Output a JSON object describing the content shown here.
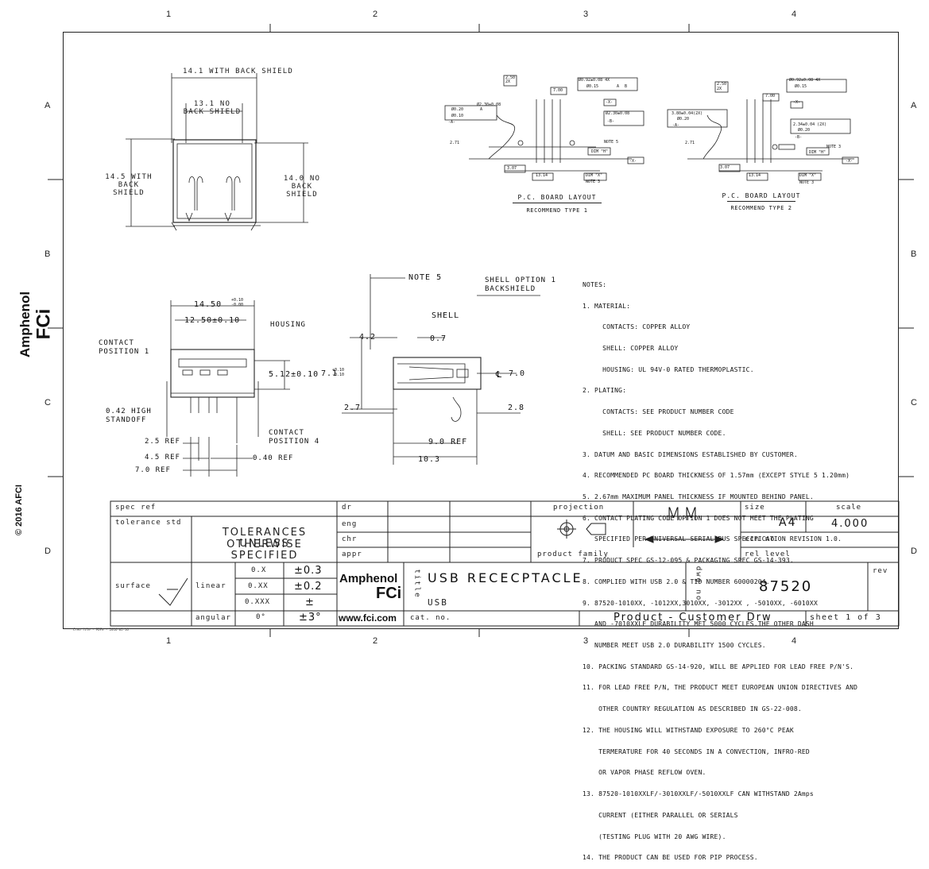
{
  "zones": {
    "top": [
      "1",
      "2",
      "3",
      "4"
    ],
    "bottom": [
      "1",
      "2",
      "3",
      "4"
    ],
    "left": [
      "A",
      "B",
      "C",
      "D"
    ],
    "right": [
      "A",
      "B",
      "C",
      "D"
    ]
  },
  "side_brand": {
    "name": "Amphenol",
    "sub": "FCi",
    "copyright": "© 2016 AFCI"
  },
  "footer_file": "Creo file - PDF® - 2016-02-16",
  "front_view": {
    "dim_with_back_shield_w": "14.1 WITH BACK SHIELD",
    "dim_no_back_shield_w": "13.1 NO BACK SHIELD",
    "dim_with_back_shield_h": "14.5 WITH BACK SHIELD",
    "dim_no_back_shield_h": "14.0 NO BACK SHIELD"
  },
  "pcb_layout_1": {
    "title": "P.C. BOARD LAYOUT",
    "subtitle": "RECOMMEND TYPE 1",
    "labels": [
      "2.50 2X",
      "Ø0.92±0.08 4X",
      "Ø0.15",
      "A",
      "B",
      "7.00",
      "-X-",
      "Ø2.30±0.08",
      "Ø0.20",
      "A",
      "Ø0.10",
      "-A-",
      "Ø2.30±0.08",
      "-B-",
      "2.71",
      "NOTE 5",
      "DIM \"H\"",
      "-X-",
      "3.07",
      "13.14",
      "DIM \"X\"",
      "NOTE 3"
    ]
  },
  "pcb_layout_2": {
    "title": "P.C. BOARD LAYOUT",
    "subtitle": "RECOMMEND TYPE 2",
    "labels": [
      "2.50 2X",
      "Ø0.92±0.08 4X",
      "Ø0.15",
      "7.00",
      "-X-",
      "3.80±0.04(2X)",
      "Ø0.20",
      "-A-",
      "2.34±0.04 (2X)",
      "Ø0.20",
      "-B-",
      "2.71",
      "NOTE 3",
      "DIM \"H\"",
      "-X-",
      "3.07",
      "13.14",
      "DIM \"X\"",
      "NOTE 3"
    ]
  },
  "side_view": {
    "dim_width": "14.50",
    "dim_width_tol_plus": "+0.10",
    "dim_width_tol_minus": "-0.00",
    "dim_pitch": "12.50±0.10",
    "housing": "HOUSING",
    "contact_pos_1": "CONTACT POSITION 1",
    "dim_height": "5.12±0.10",
    "standoff": "0.42 HIGH STANDOFF",
    "contact_pos_4": "CONTACT POSITION 4",
    "ref_25": "2.5 REF",
    "ref_45": "4.5 REF",
    "ref_70": "7.0 REF",
    "ref_040": "0.40 REF"
  },
  "section_view": {
    "note5": "NOTE 5",
    "shell_option": "SHELL OPTION 1",
    "backshield": "BACKSHIELD",
    "shell": "SHELL",
    "d42": "4.2",
    "d07": "0.7",
    "d71": "7.1",
    "d71_tol_plus": "+0.10",
    "d71_tol_minus": "-0.10",
    "d70": "7.0",
    "d27": "2.7",
    "d28": "2.8",
    "d90": "9.0 REF",
    "d103": "10.3",
    "cl": "℄"
  },
  "notes": [
    "NOTES:",
    "1. MATERIAL:",
    "     CONTACTS: COPPER ALLOY",
    "     SHELL: COPPER ALLOY",
    "     HOUSING: UL 94V-0 RATED THERMOPLASTIC.",
    "2. PLATING:",
    "     CONTACTS: SEE PRODUCT NUMBER CODE",
    "     SHELL: SEE PRODUCT NUMBER CODE.",
    "3. DATUM AND BASIC DIMENSIONS ESTABLISHED BY CUSTOMER.",
    "4. RECOMMENDED PC BOARD THICKNESS OF 1.57mm (EXCEPT STYLE 5 1.20mm)",
    "5. 2.67mm MAXIMUM PANEL THICKNESS IF MOUNTED BEHIND PANEL.",
    "6. CONTACT PLATING CODE OPTION 1 DOES NOT MEET THE PLATING",
    "   SPECIFIED PER UNIVERSAL SERIAL BUS SPECIFICATION REVISION 1.0.",
    "7. PRODUCT SPEC GS-12-095 & PACKAGING SPEC GS-14-393.",
    "8. COMPLIED WITH USB 2.0 & TID NUMBER 60000204.",
    "9. 87520-1010XX, -1012XX,3010XX, -3012XX , -5010XX, -6010XX",
    "   AND -7010XXLF DURABILITY MET 5000 CYCLES.THE OTHER DASH",
    "   NUMBER MEET USB 2.0 DURABILITY 1500 CYCLES.",
    "10. PACKING STANDARD GS-14-920, WILL BE APPLIED FOR LEAD FREE P/N'S.",
    "11. FOR LEAD FREE P/N, THE PRODUCT MEET EUROPEAN UNION DIRECTIVES AND",
    "    OTHER COUNTRY REGULATION AS DESCRIBED IN GS-22-008.",
    "12. THE HOUSING WILL WITHSTAND EXPOSURE TO 260°C PEAK",
    "    TERMERATURE FOR 40 SECONDS IN A CONVECTION, INFRO-RED",
    "    OR VAPOR PHASE REFLOW OVEN.",
    "13. 87520-1010XXLF/-3010XXLF/-5010XXLF CAN WITHSTAND 2Amps",
    "    CURRENT (EITHER PARALLEL OR SERIALS",
    "    (TESTING PLUG WITH 20 AWG WIRE).",
    "14. THE PRODUCT CAN BE USED FOR PIP PROCESS."
  ],
  "title_block": {
    "spec_ref": "spec ref",
    "tolerance_std": "tolerance std",
    "tolerances_line1": "TOLERANCES UNLESS",
    "tolerances_line2": "OTHERWISE SPECIFIED",
    "dr": "dr",
    "eng": "eng",
    "chr": "chr",
    "appr": "appr",
    "projection": "projection",
    "units": "MM",
    "size_label": "size",
    "size_value": "A4",
    "scale_label": "scale",
    "scale_value": "4.000",
    "ecn_no": "ecn no",
    "rel_level": "rel level",
    "product_family": "product family",
    "surface": "surface",
    "linear": "linear",
    "angular": "angular",
    "tol_rows": [
      {
        "fmt": "0.X",
        "tol": "±0.3"
      },
      {
        "fmt": "0.XX",
        "tol": "±0.2"
      },
      {
        "fmt": "0.XXX",
        "tol": "±"
      }
    ],
    "angular_fmt": "0°",
    "angular_tol": "±3°",
    "brand_name": "Amphenol",
    "brand_sub": "FCi",
    "website": "www.fci.com",
    "title_label": "title",
    "title_value": "USB RECECPTACLE",
    "title_sub": "USB",
    "dwg_no_label": "dwg no",
    "dwg_no_value": "87520",
    "rev_label": "rev",
    "cat_no": "cat. no.",
    "product_status": "Product - Customer Drw",
    "sheet": "sheet 1 of 3"
  }
}
